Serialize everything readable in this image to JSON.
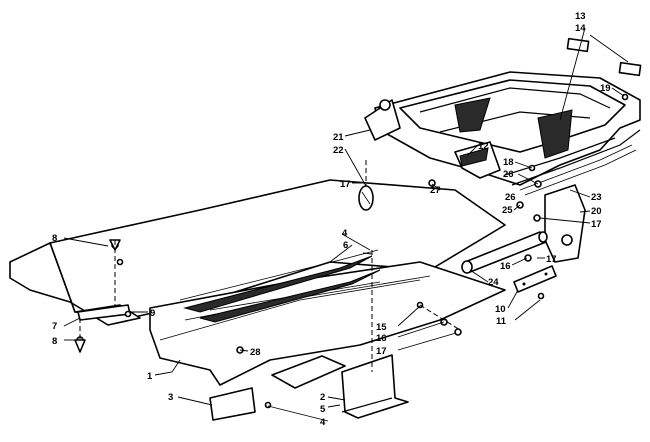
{
  "callouts": {
    "c1": "1",
    "c2": "2",
    "c3": "3",
    "c4a": "4",
    "c4b": "4",
    "c5": "5",
    "c6": "6",
    "c7": "7",
    "c8a": "8",
    "c8b": "8",
    "c9": "9",
    "c10": "10",
    "c11": "11",
    "c12": "12",
    "c13": "13",
    "c14": "14",
    "c15": "15",
    "c16a": "16",
    "c16b": "16",
    "c17a": "17",
    "c17b": "17",
    "c17c": "17",
    "c17d": "17",
    "c18": "18",
    "c19": "19",
    "c20": "20",
    "c21": "21",
    "c22": "22",
    "c23": "23",
    "c24": "24",
    "c25": "25",
    "c26a": "26",
    "c26b": "26",
    "c27": "27"
  }
}
